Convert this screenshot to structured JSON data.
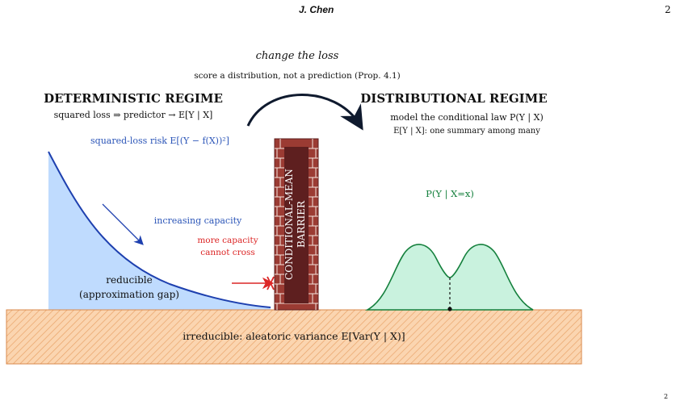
{
  "header": {
    "author": "J. Chen",
    "page_number": "2"
  },
  "footer": {
    "corner_mark": "2"
  },
  "top_caption": {
    "title": "change the loss",
    "subtitle": "score a distribution, not a prediction (Prop. 4.1)"
  },
  "left_panel": {
    "heading": "DETERMINISTIC REGIME",
    "subheading": "squared loss ⇒ predictor → E[Y | X]",
    "risk_label": "squared-loss risk E[(Y − f(X))²]",
    "capacity_label": "increasing capacity",
    "region_label_line1": "reducible",
    "region_label_line2": "(approximation gap)"
  },
  "barrier": {
    "label_line1": "CONDITIONAL-MEAN",
    "label_line2": "BARRIER",
    "blocked_line1": "more capacity",
    "blocked_line2": "cannot cross"
  },
  "right_panel": {
    "heading": "DISTRIBUTIONAL REGIME",
    "subheading": "model the conditional law P(Y | X)",
    "note": "E[Y | X]: one summary among many",
    "density_label": "P(Y | X=x)"
  },
  "floor": {
    "label": "irreducible: aleatoric variance E[Var(Y | X)]"
  },
  "colors": {
    "blue_fill": "#bfdbfe",
    "blue_line": "#1e40af",
    "blue_text": "#2b55b8",
    "green_fill": "#c9f2de",
    "green_line": "#15803d",
    "green_text": "#15803d",
    "brick": "#9b3b33",
    "brick_dark": "#5e1f1f",
    "floor_fill": "#fbd5b0",
    "floor_stroke": "#d98a4e",
    "red": "#dc2626",
    "arrow": "#0f1a2e"
  }
}
